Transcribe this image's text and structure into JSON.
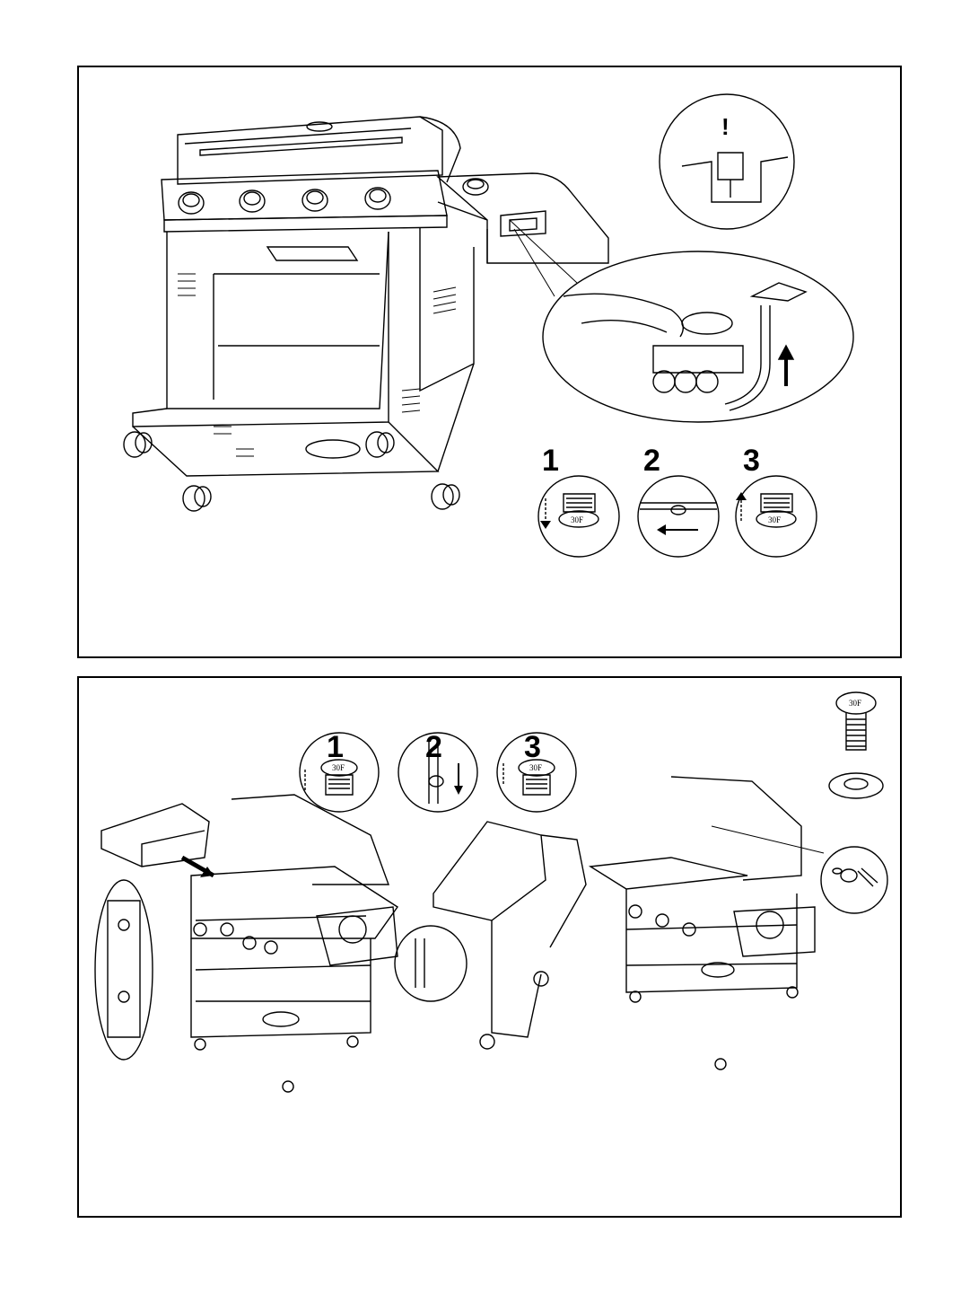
{
  "warning_symbol": "!",
  "top_panel": {
    "steps": [
      {
        "number": "1",
        "screw_label": "30F"
      },
      {
        "number": "2"
      },
      {
        "number": "3",
        "screw_label": "30F"
      }
    ]
  },
  "bottom_panel": {
    "steps": [
      {
        "number": "1",
        "screw_label": "30F"
      },
      {
        "number": "2"
      },
      {
        "number": "3",
        "screw_label": "30F"
      }
    ],
    "parts": {
      "screw_label": "30F"
    }
  }
}
